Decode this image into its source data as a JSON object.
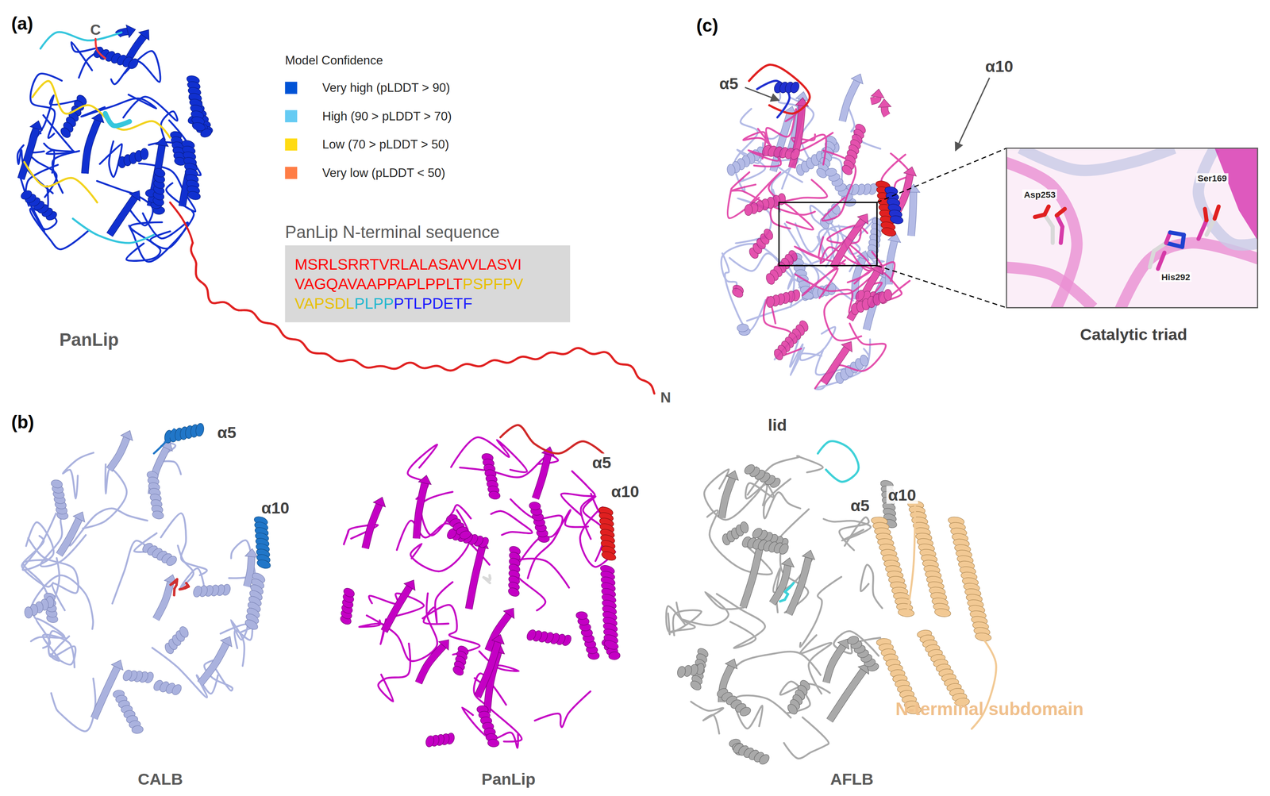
{
  "diagram": {
    "nodes": [
      {
        "text": [
          "PanLip N-terminal sequence",
          "MSRLSRRTVRLALASAVVLASVI",
          "VAGQAVAAPPAPLPPLT",
          "PSPFPV",
          "VAPSDL",
          "PLPP",
          "PTLPDETF"
        ]
      }
    ],
    "labels": [
      "(a)",
      "C",
      "N",
      "PanLip",
      "Model Confidence",
      "(b)",
      "α5",
      "α10",
      "CALB",
      "α5",
      "α10",
      "PanLip",
      "lid",
      "α5",
      "α10",
      "N-terminal subdomain",
      "AFLB",
      "(c)",
      "α5",
      "α10",
      "Asp253",
      "Ser169",
      "His292",
      "Catalytic triad"
    ],
    "legend": [
      {
        "text": "Very high (pLDDT > 90)",
        "color": "#0053d6"
      },
      {
        "text": "High (90 > pLDDT > 70)",
        "color": "#65cbf3"
      },
      {
        "text": "Low (70 > pLDDT > 50)",
        "color": "#ffdb13"
      },
      {
        "text": "Very low (pLDDT < 50)",
        "color": "#ff7d45"
      }
    ]
  }
}
